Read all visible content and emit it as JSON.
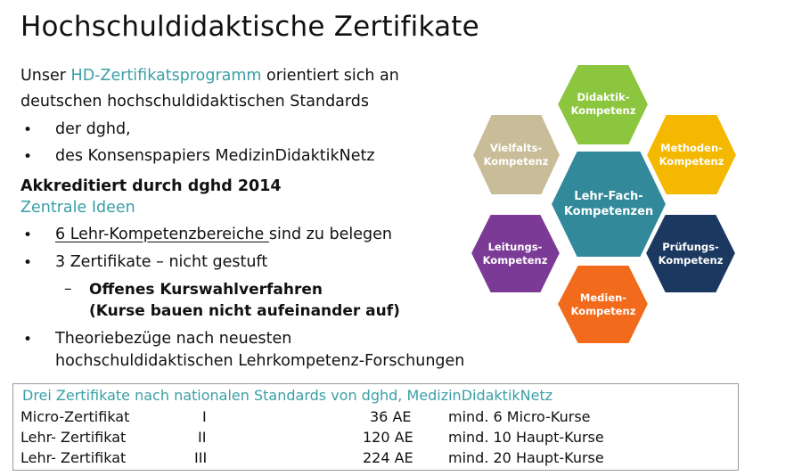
{
  "title": "Hochschuldidaktische Zertifikate",
  "intro": {
    "prefix": "Unser ",
    "link": "HD-Zertifikatsprogramm",
    "suffix": " orientiert sich an",
    "line2": "deutschen hochschuldidaktischen Standards"
  },
  "standards": [
    "der dghd,",
    "des Konsenspapiers MedizinDidaktikNetz"
  ],
  "accredited": "Akkreditiert durch dghd 2014",
  "ideas_heading": "Zentrale Ideen",
  "ideas": {
    "item1_underlined": "6 Lehr-Kompetenzbereiche ",
    "item1_rest": "sind zu belegen",
    "item2": "3 Zertifikate – nicht gestuft",
    "sub_line1": "Offenes Kurswahlverfahren",
    "sub_line2": "(Kurse bauen nicht aufeinander auf)",
    "item3_line1": "Theoriebezüge nach neuesten",
    "item3_line2": "hochschuldidaktischen Lehrkompetenz-Forschungen"
  },
  "bullet_char": "•",
  "dash_char": "–",
  "certificates": {
    "heading": "Drei Zertifikate nach nationalen Standards von dghd, MedizinDidaktikNetz",
    "rows": [
      {
        "name": "Micro-Zertifikat",
        "level": "I",
        "hours": "36 AE",
        "min": "mind.   6 Micro-Kurse"
      },
      {
        "name": "Lehr-  Zertifikat",
        "level": "II",
        "hours": "120 AE",
        "min": "mind. 10 Haupt-Kurse"
      },
      {
        "name": "Lehr-  Zertifikat",
        "level": "III",
        "hours": "224 AE",
        "min": "mind. 20 Haupt-Kurse"
      }
    ]
  },
  "competencies": {
    "center": {
      "line1": "Lehr-Fach-",
      "line2": "Kompetenzen",
      "color": "#31899a"
    },
    "items": [
      {
        "line1": "Didaktik-",
        "line2": "Kompetenz",
        "color": "#8cc63f"
      },
      {
        "line1": "Methoden-",
        "line2": "Kompetenz",
        "color": "#f5b800"
      },
      {
        "line1": "Prüfungs-",
        "line2": "Kompetenz",
        "color": "#1a3860"
      },
      {
        "line1": "Medien-",
        "line2": "Kompetenz",
        "color": "#f26b1d"
      },
      {
        "line1": "Leitungs-",
        "line2": "Kompetenz",
        "color": "#7b3a96"
      },
      {
        "line1": "Vielfalts-",
        "line2": "Kompetenz",
        "color": "#c8bd98"
      }
    ]
  }
}
